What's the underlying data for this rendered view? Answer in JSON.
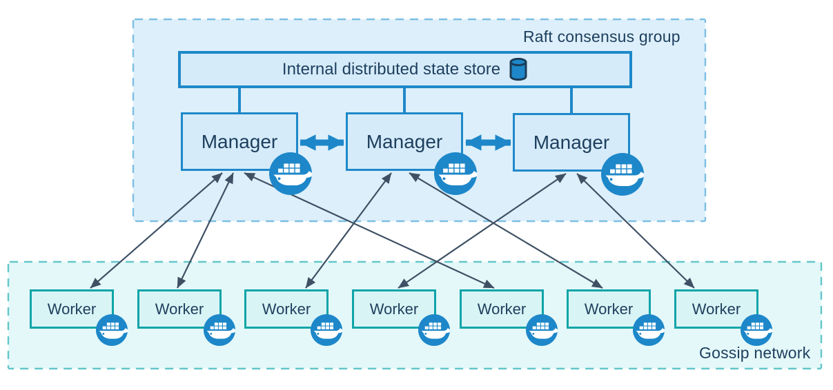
{
  "diagram": {
    "raft_group": {
      "label": "Raft consensus group",
      "state_store": {
        "label": "Internal distributed state store",
        "icon": "database-cylinder-icon"
      },
      "managers": [
        "Manager",
        "Manager",
        "Manager"
      ]
    },
    "gossip_network": {
      "label": "Gossip network",
      "workers": [
        "Worker",
        "Worker",
        "Worker",
        "Worker",
        "Worker",
        "Worker",
        "Worker"
      ]
    },
    "connections": {
      "manager_peer_links": [
        {
          "from": 0,
          "to": 1,
          "style": "thick-double-arrow"
        },
        {
          "from": 1,
          "to": 2,
          "style": "thick-double-arrow"
        }
      ],
      "manager_worker_links": [
        {
          "manager": 0,
          "worker": 0
        },
        {
          "manager": 0,
          "worker": 1
        },
        {
          "manager": 0,
          "worker": 4
        },
        {
          "manager": 1,
          "worker": 2
        },
        {
          "manager": 1,
          "worker": 5
        },
        {
          "manager": 2,
          "worker": 3
        },
        {
          "manager": 2,
          "worker": 6
        }
      ],
      "link_style": "bidirectional"
    },
    "icons": {
      "node_badge": "docker-whale-icon",
      "state_store": "database-cylinder-icon"
    },
    "colors": {
      "docker_blue": "#1d87c9",
      "raft_fill": "#ddeffa",
      "raft_border": "#7cbfe4",
      "node_fill": "#d5ebf9",
      "node_border": "#1e88c9",
      "gossip_fill": "#e4f8f9",
      "gossip_border": "#63c6c9",
      "worker_fill": "#d9f4f5",
      "worker_border": "#0ea4a8",
      "thin_arrow": "#3e5164",
      "text": "#1d3e5d"
    }
  }
}
